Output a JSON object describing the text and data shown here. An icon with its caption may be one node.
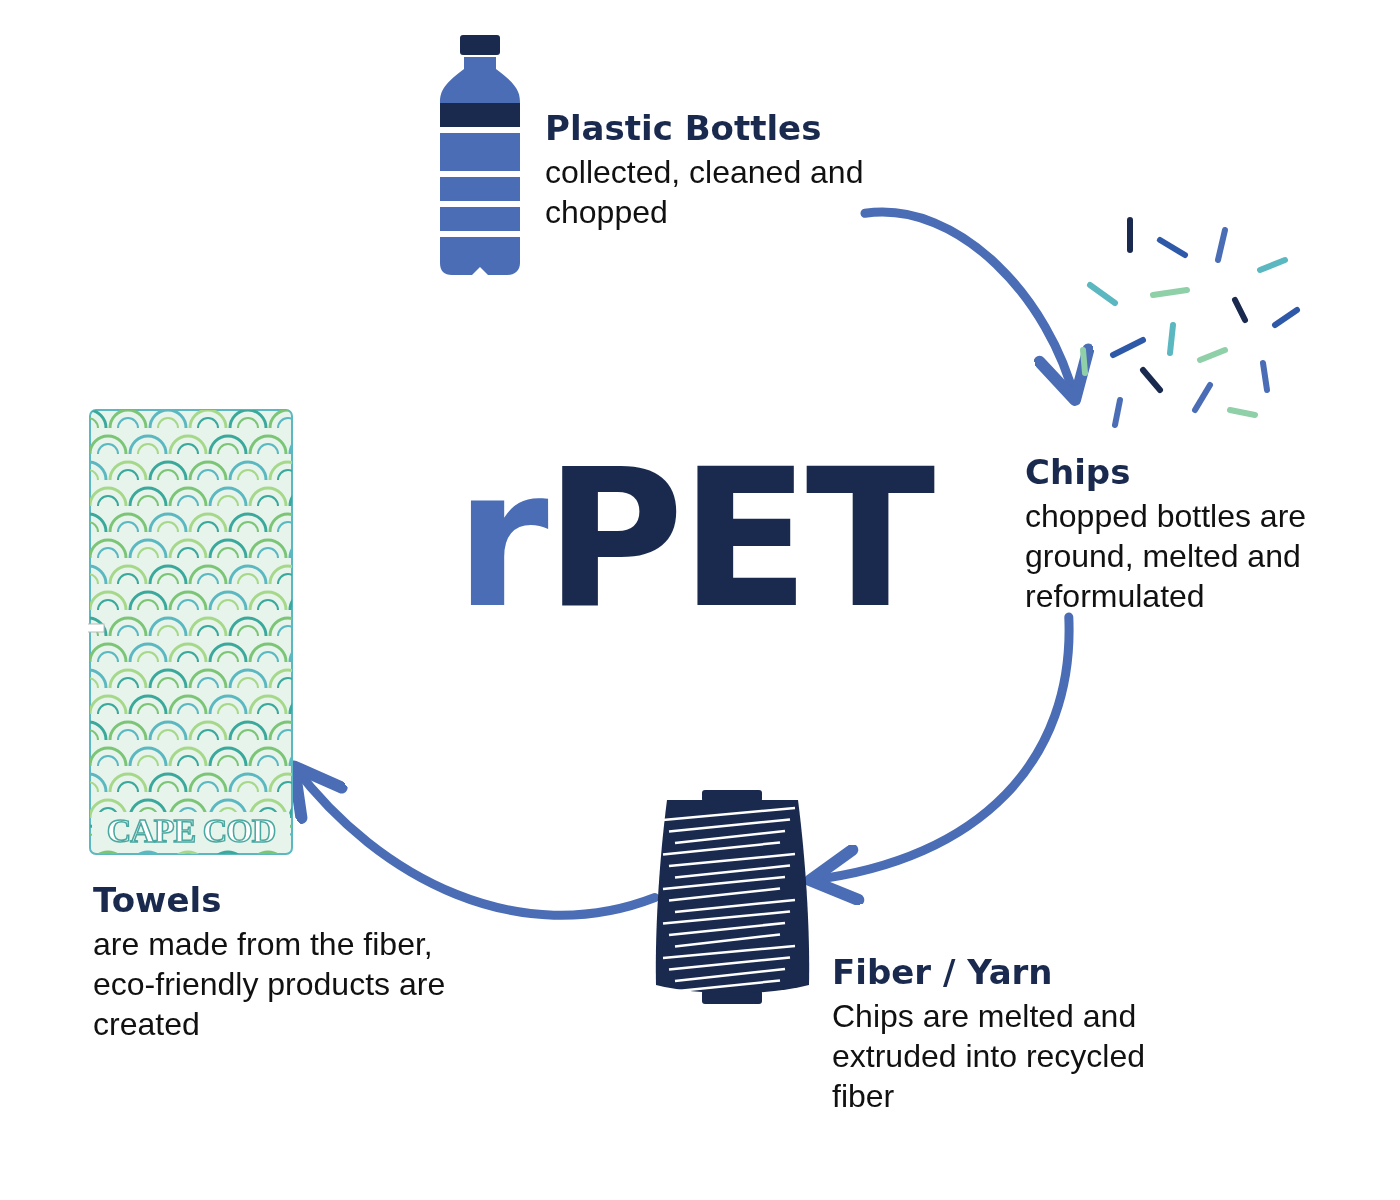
{
  "diagram": {
    "title": "rPET",
    "nodes": [
      {
        "text": [],
        "shape": "picture"
      },
      {
        "text": [
          "Plastic Bottles",
          "collected, cleaned and chopped"
        ]
      },
      {
        "text": [],
        "shape": "picture"
      },
      {
        "text": [
          "Chips",
          "chopped bottles are ground, melted and reformulated"
        ]
      },
      {
        "text": [],
        "shape": "picture"
      },
      {
        "text": [
          "Fiber / Yarn",
          "Chips are melted and extruded into recycled fiber"
        ]
      },
      {
        "text": [],
        "shape": "picture"
      },
      {
        "text": [
          "Towels",
          "are made from the fiber, eco-friendly products are created"
        ]
      }
    ],
    "edges": [
      {
        "from": 1,
        "to": 2,
        "arrow": "to"
      },
      {
        "from": 3,
        "to": 4,
        "arrow": "to"
      },
      {
        "from": 4,
        "to": 6,
        "arrow": "to"
      }
    ],
    "labels": [
      "CAPE COD"
    ]
  }
}
